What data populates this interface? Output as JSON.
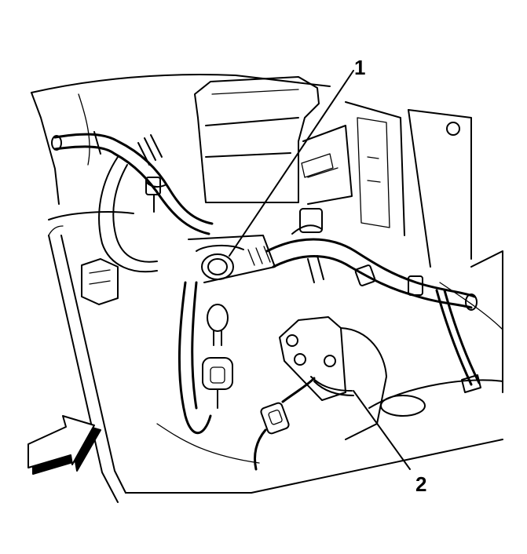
{
  "callouts": [
    {
      "id": "1",
      "label": "1"
    },
    {
      "id": "2",
      "label": "2"
    }
  ],
  "colors": {
    "line": "#000000",
    "background": "#ffffff",
    "arrow_fill": "#ffffff",
    "arrow_shadow": "#000000"
  }
}
